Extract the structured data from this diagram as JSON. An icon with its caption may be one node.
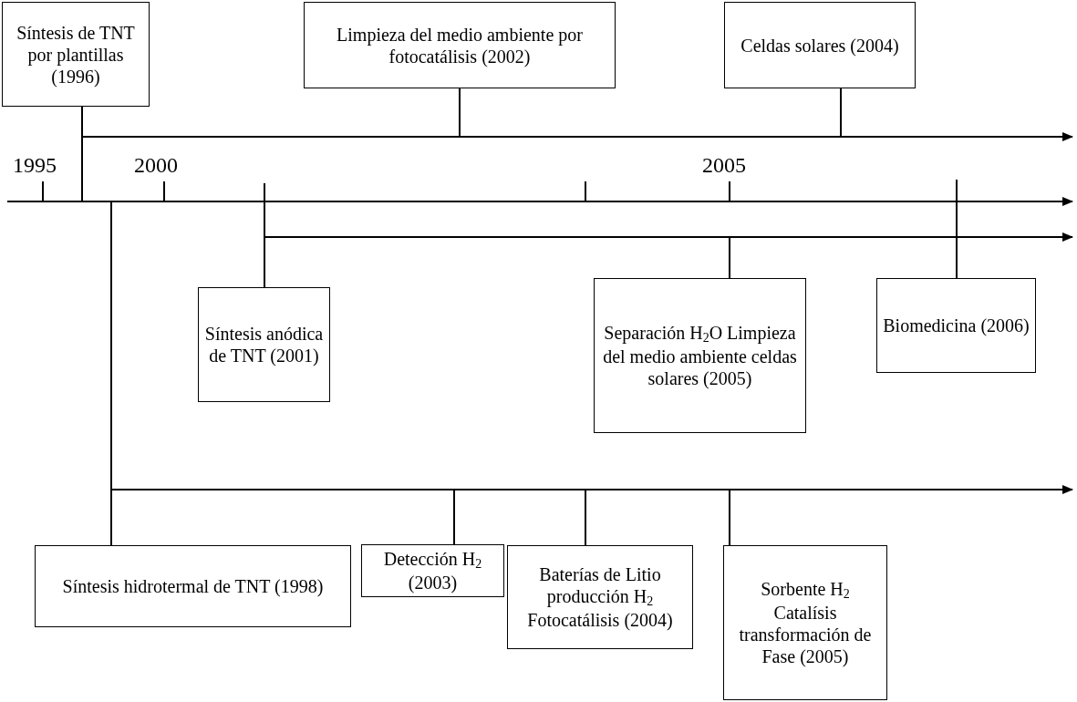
{
  "diagram": {
    "nodes": [
      {
        "text": [
          "Síntesis de TNT por plantillas (1996)"
        ]
      },
      {
        "text": [
          "Limpieza del medio ambiente por fotocatálisis (2002)"
        ]
      },
      {
        "text": [
          "Celdas solares (2004)"
        ]
      },
      {
        "text": [
          "Síntesis anódica de TNT (2001)"
        ]
      },
      {
        "text": [
          "Separación H$_{2}$O Limpieza del medio ambiente celdas solares (2005)"
        ]
      },
      {
        "text": [
          "Biomedicina (2006)"
        ]
      },
      {
        "text": [
          "Síntesis hidrotermal de TNT (1998)"
        ]
      },
      {
        "text": [
          "Detección H$_{2}$ (2003)"
        ]
      },
      {
        "text": [
          "Baterías de Litio producción H$_{2}$ Fotocatálisis (2004)"
        ]
      },
      {
        "text": [
          "Sorbente H$_{2}$ Catalísis transformación de Fase (2005)"
        ]
      }
    ],
    "edges": [
      {
        "from": 0,
        "to": null,
        "arrow": "none"
      },
      {
        "from": 1,
        "to": null,
        "arrow": "none"
      },
      {
        "from": 2,
        "to": null,
        "arrow": "none"
      },
      {
        "from": 3,
        "to": null,
        "arrow": "none"
      },
      {
        "from": 4,
        "to": null,
        "arrow": "none"
      },
      {
        "from": 5,
        "to": null,
        "arrow": "none"
      },
      {
        "from": 6,
        "to": null,
        "arrow": "none"
      },
      {
        "from": 7,
        "to": null,
        "arrow": "none"
      },
      {
        "from": 8,
        "to": null,
        "arrow": "none"
      },
      {
        "from": 9,
        "to": null,
        "arrow": "none"
      }
    ],
    "labels": [
      "1995",
      "2000",
      "2005"
    ]
  }
}
